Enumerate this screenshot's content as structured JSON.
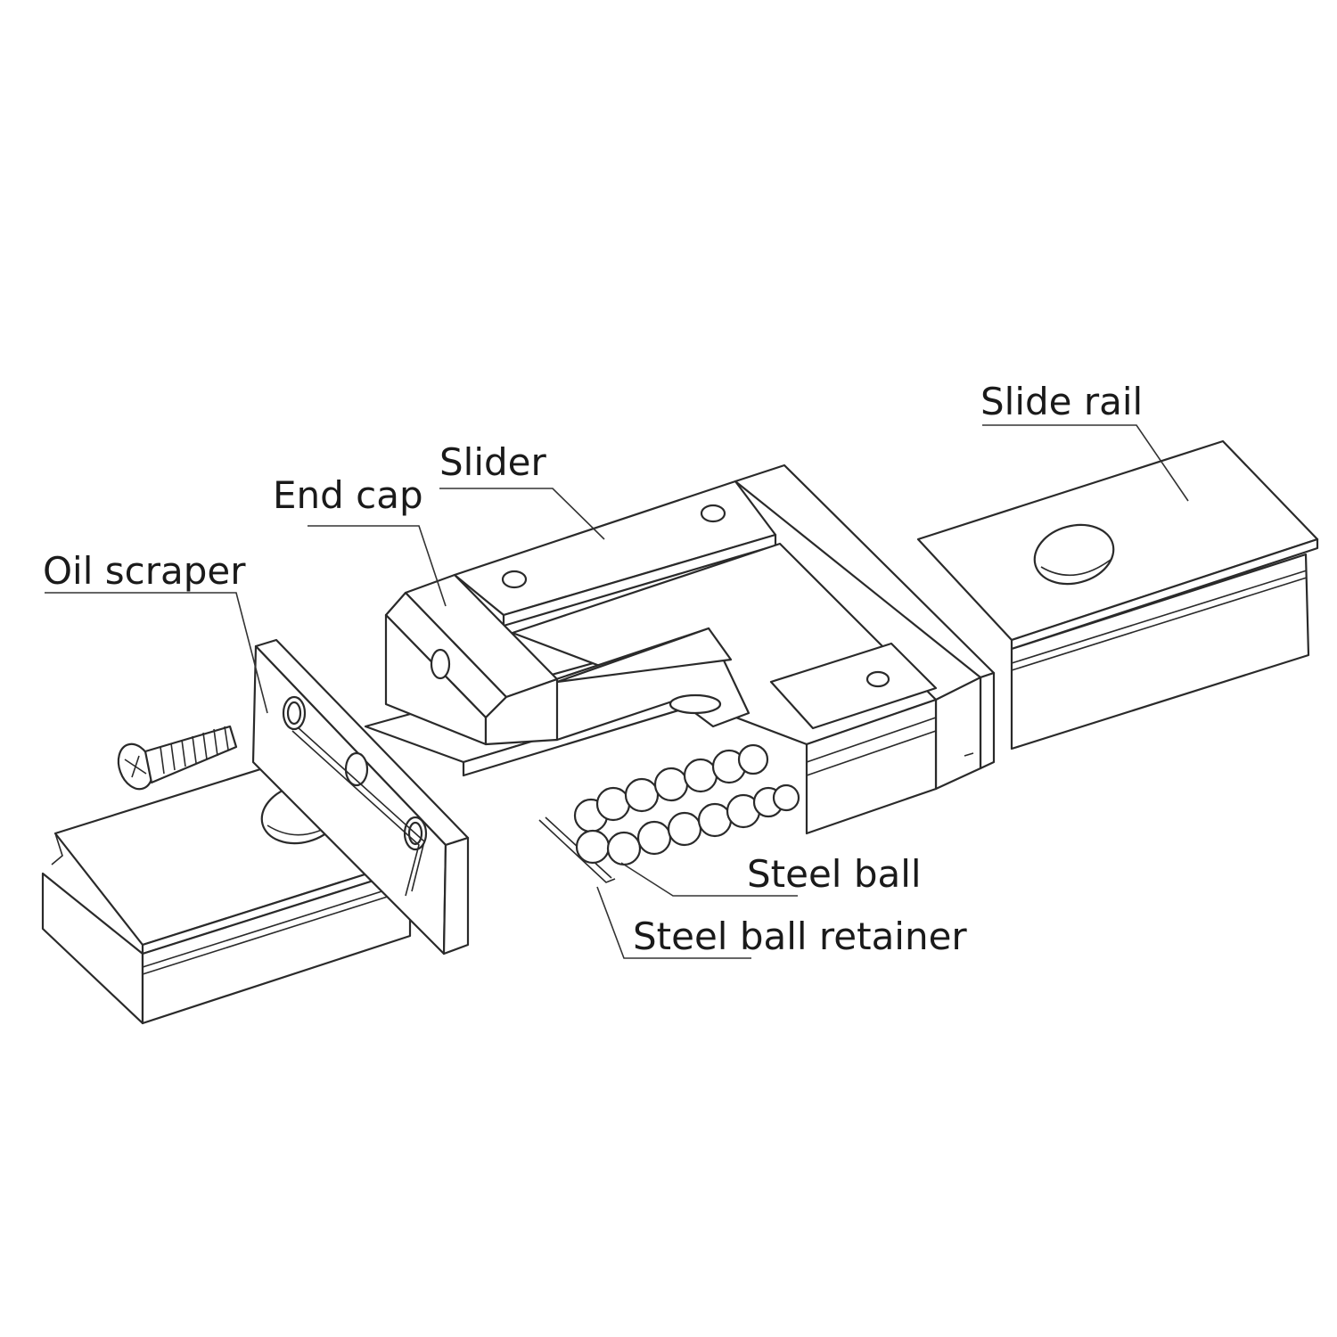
{
  "labels": {
    "slide_rail": "Slide rail",
    "slider": "Slider",
    "end_cap": "End cap",
    "oil_scraper": "Oil scraper",
    "steel_ball": "Steel ball",
    "steel_ball_retainer": "Steel ball retainer"
  },
  "colors": {
    "line": "#2a2a2a",
    "fill": "#ffffff",
    "text": "#1a1a1a"
  },
  "icons": [
    "phillips-screw-icon",
    "steel-ball-icon"
  ]
}
